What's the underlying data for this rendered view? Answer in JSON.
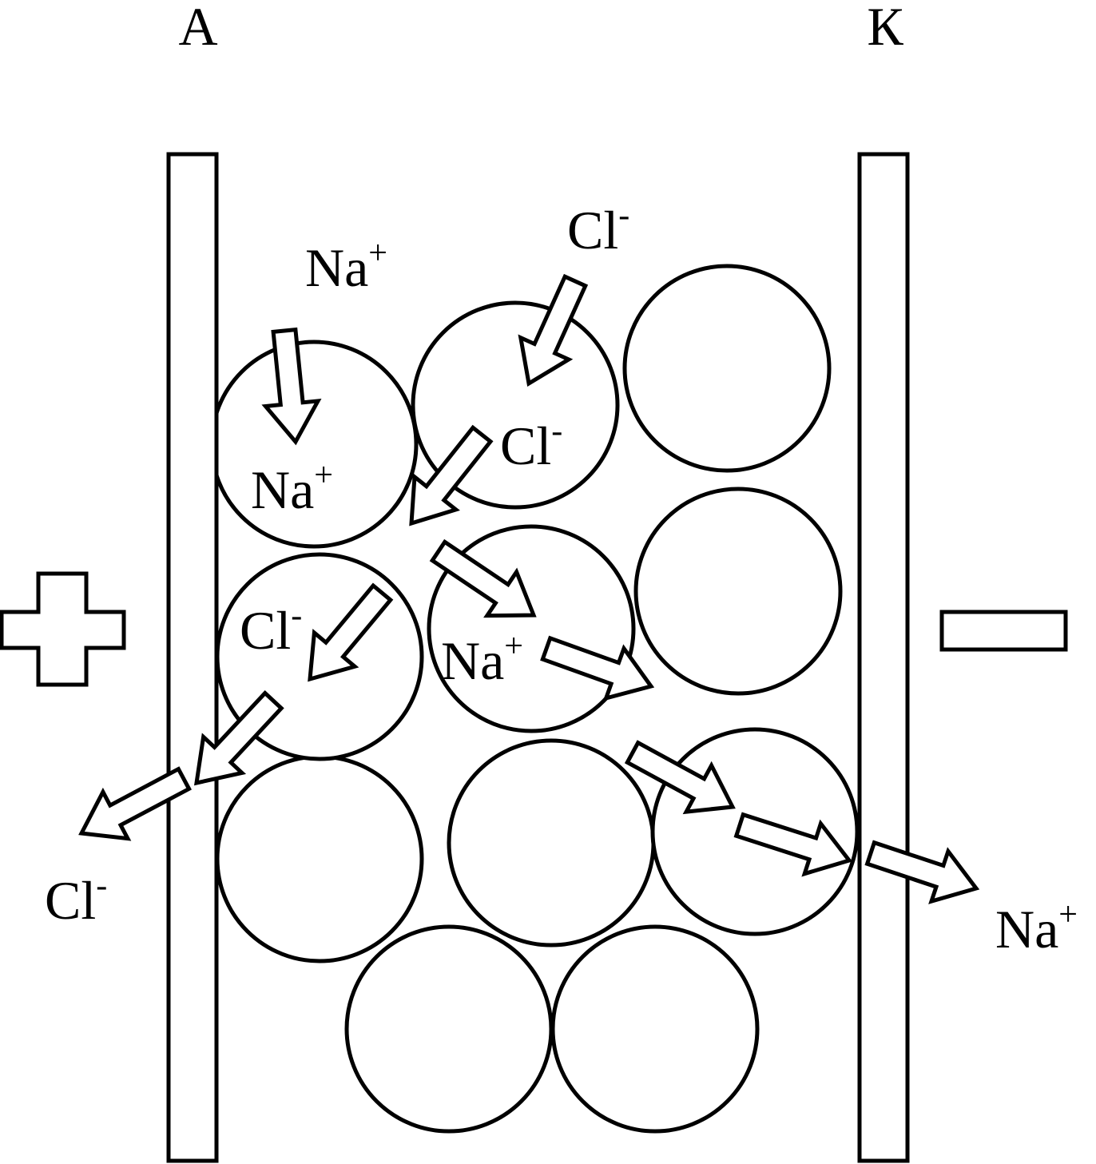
{
  "electrodes": {
    "anode": {
      "label": "А",
      "sign": "plus-sign"
    },
    "cathode": {
      "label": "К",
      "sign": "minus-sign"
    }
  },
  "ions": {
    "sodium": {
      "symbol": "Na",
      "charge": "+"
    },
    "chloride": {
      "symbol": "Cl",
      "charge": "-"
    }
  },
  "colors": {
    "stroke": "#000000",
    "fill": "#ffffff"
  }
}
